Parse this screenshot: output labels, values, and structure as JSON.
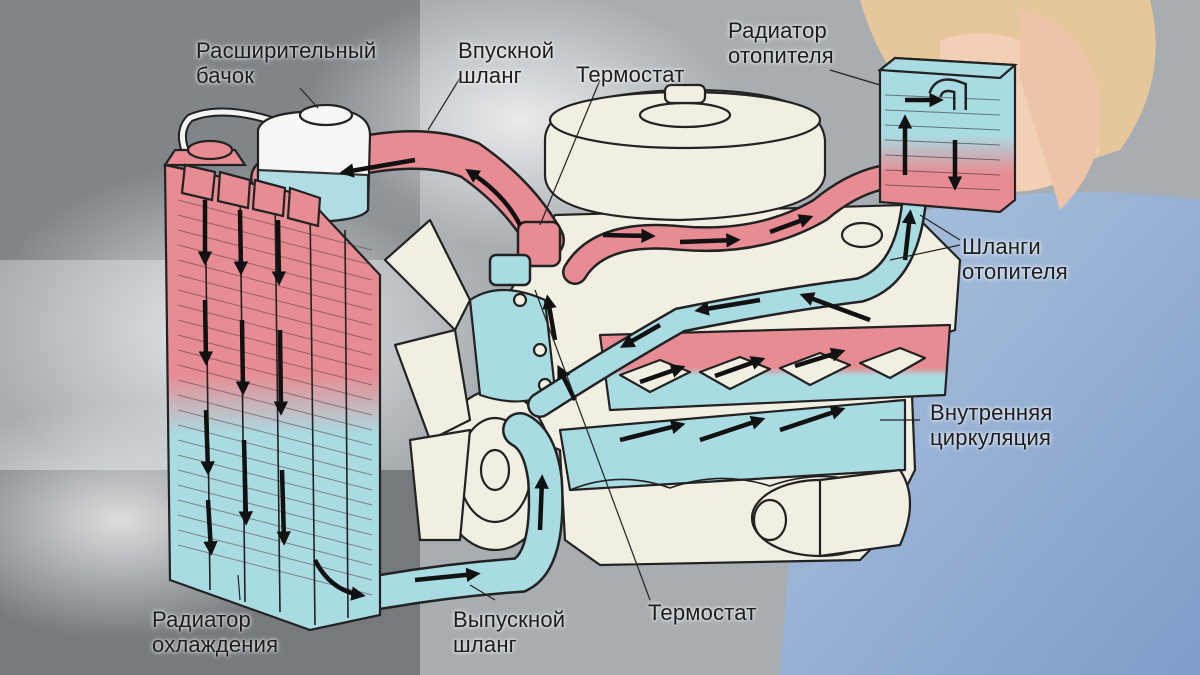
{
  "colors": {
    "hot": "#e88c93",
    "cold": "#a9dbe3",
    "outline": "#222222",
    "engine": "#f1eee2"
  },
  "labels": {
    "expansion_tank": [
      "Расширительный",
      "бачок"
    ],
    "inlet_hose": [
      "Впускной",
      "шланг"
    ],
    "thermostat_top": "Термостат",
    "heater_radiator": [
      "Радиатор",
      "отопителя"
    ],
    "heater_hoses": [
      "Шланги",
      "отопителя"
    ],
    "internal_circulation": [
      "Внутренняя",
      "циркуляция"
    ],
    "cooling_radiator": [
      "Радиатор",
      "охлаждения"
    ],
    "outlet_hose": [
      "Выпускной",
      "шланг"
    ],
    "thermostat_bottom": "Термостат"
  }
}
